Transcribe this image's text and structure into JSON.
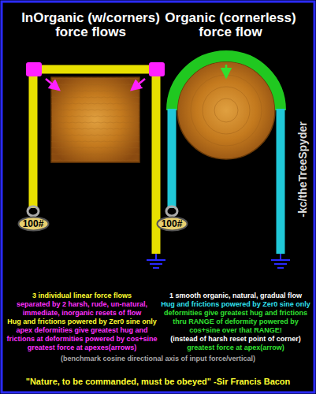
{
  "diagram": {
    "caption": "\"Nature, to be commanded, must be obeyed\" -Sir Francis Bacon",
    "nodes": [
      {
        "text": [
          "100#"
        ]
      },
      {
        "text": [
          "100#"
        ]
      }
    ],
    "labels": [
      "InOrganic (w/corners) force flows",
      "Organic (cornerless) force flow",
      "-kc/theTreeSpyder",
      "3 individual linear force flows",
      "separated by 2 harsh, rude, un-natural, immediate, inorganic resets of flow",
      "Hug and frictions powered by Zer0 sine only",
      "apex deformities give greatest hug and frictions at deformities powered by cos+sine",
      "greatest force at apexes(arrows)",
      "1 smooth organic, natural, gradual flow",
      "Hug and frictions powered by Zer0 sine only",
      "deformities give greatest hug and frictions thru RANGE of deformity powered by cos+sine over that RANGE!",
      "(instead of harsh reset point of corner)",
      "greatest force at apex(arrow)",
      "(benchmark cosine directional axis of input force/vertical)"
    ]
  }
}
